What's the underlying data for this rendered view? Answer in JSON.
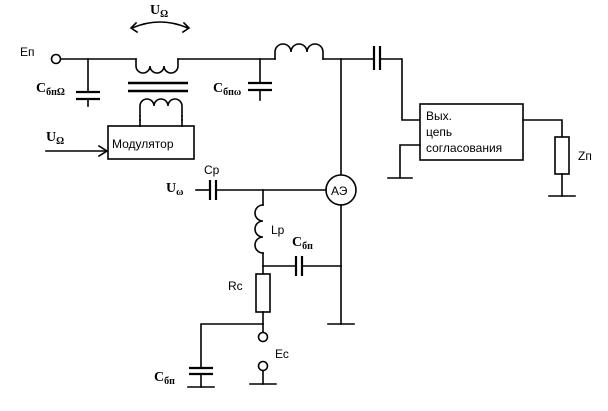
{
  "labels": {
    "en": "Еп",
    "cbp_omega_big": {
      "main": "C",
      "sub": "бпΩ"
    },
    "u_omega_top": {
      "main": "U",
      "sub": "Ω"
    },
    "cbp_omega_small": {
      "main": "C",
      "sub": "бпω"
    },
    "u_omega_in": {
      "main": "U",
      "sub": "Ω"
    },
    "modulator": "Модулятор",
    "cp": "Cp",
    "u_omega_small": {
      "main": "U",
      "sub": "ω"
    },
    "ae": "АЭ",
    "lp": "Lp",
    "cbp_mid": {
      "main": "C",
      "sub": "бп"
    },
    "rc": "Rc",
    "ec": "Ес",
    "cbp_bottom": {
      "main": "C",
      "sub": "бп"
    },
    "zp": "Zп",
    "out_circuit": [
      "Вых.",
      "цепь",
      "согласования"
    ]
  }
}
